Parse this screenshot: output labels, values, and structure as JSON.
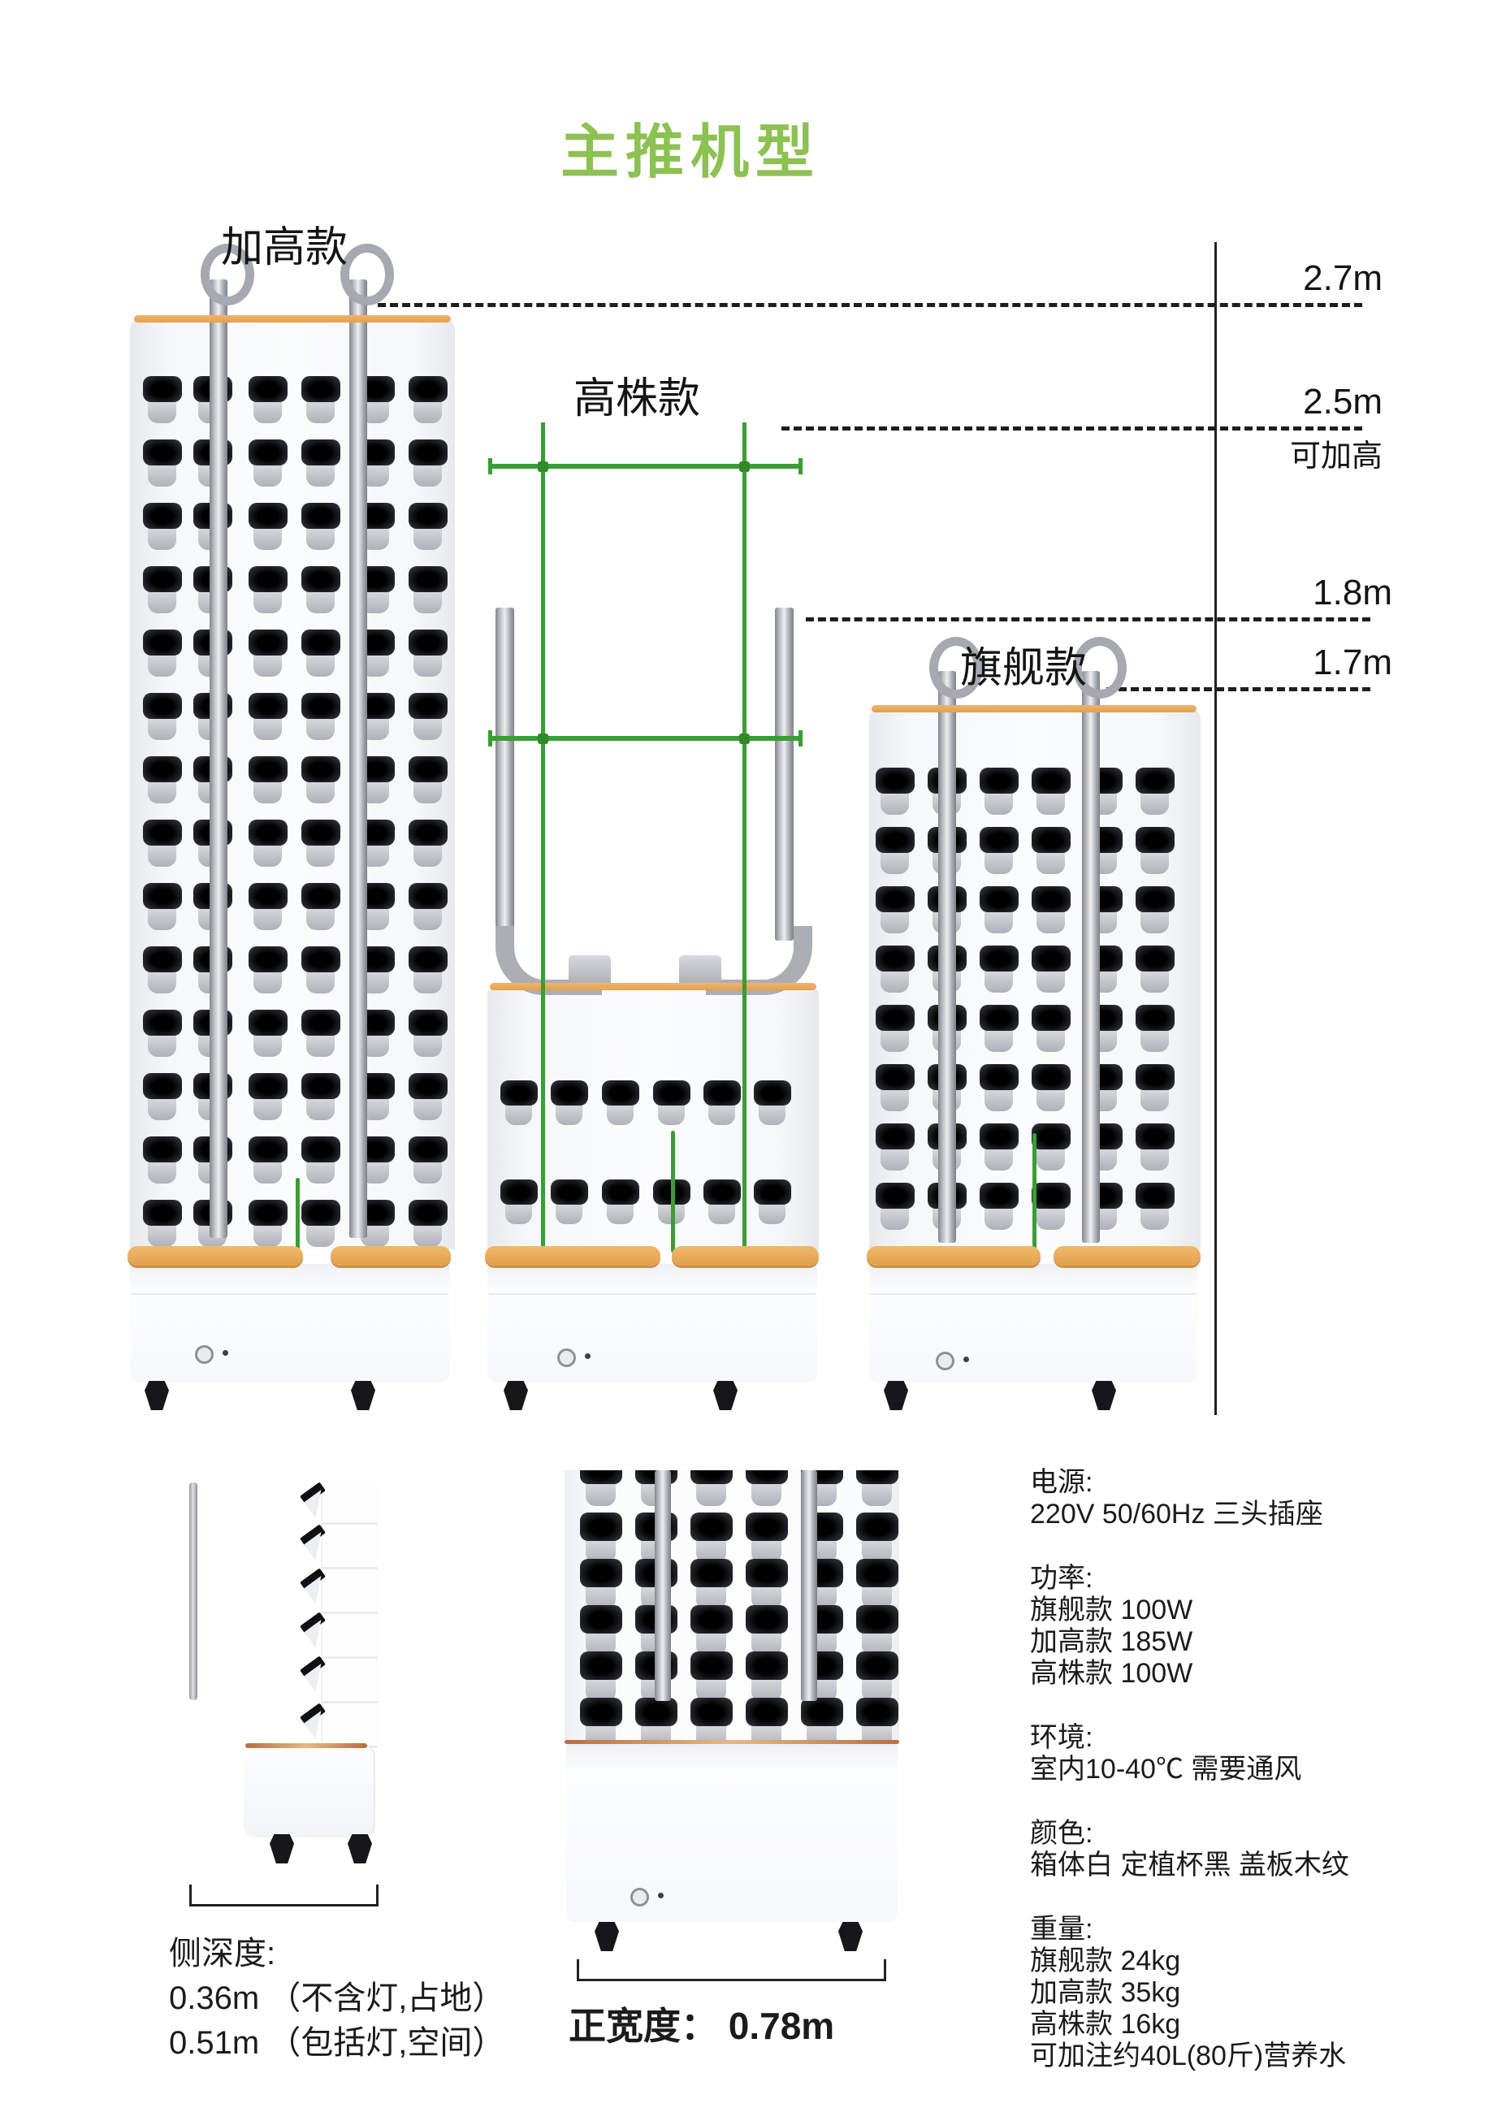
{
  "title": "主推机型",
  "models": {
    "jiagao": {
      "label": "加高款"
    },
    "gaozhu": {
      "label": "高株款"
    },
    "qijian": {
      "label": "旗舰款"
    }
  },
  "height_marks": {
    "m27": {
      "label": "2.7m"
    },
    "m25": {
      "label": "2.5m",
      "note": "可加高"
    },
    "m18": {
      "label": "1.8m"
    },
    "m17": {
      "label": "1.7m"
    }
  },
  "bottom": {
    "side_depth": {
      "title": "侧深度:",
      "line1": "0.36m （不含灯,占地）",
      "line2": "0.51m （包括灯,空间）"
    },
    "front_width": {
      "label": "正宽度： 0.78m"
    }
  },
  "specs": [
    {
      "heading": "电源:",
      "lines": [
        "220V 50/60Hz 三头插座"
      ]
    },
    {
      "heading": "功率:",
      "lines": [
        "旗舰款 100W",
        "加高款 185W",
        "高株款 100W"
      ]
    },
    {
      "heading": "环境:",
      "lines": [
        "室内10-40℃ 需要通风"
      ]
    },
    {
      "heading": "颜色:",
      "lines": [
        "箱体白 定植杯黑 盖板木纹"
      ]
    },
    {
      "heading": "重量:",
      "lines": [
        "旗舰款  24kg",
        "加高款  35kg",
        "高株款  16kg",
        "可加注约40L(80斤)营养水"
      ]
    }
  ],
  "colors": {
    "title_green": "#8dc152",
    "trellis_green": "#3a9d35",
    "wood": "#e7a95e",
    "copper": "#c97f4e",
    "ink": "#1d1d1f"
  }
}
